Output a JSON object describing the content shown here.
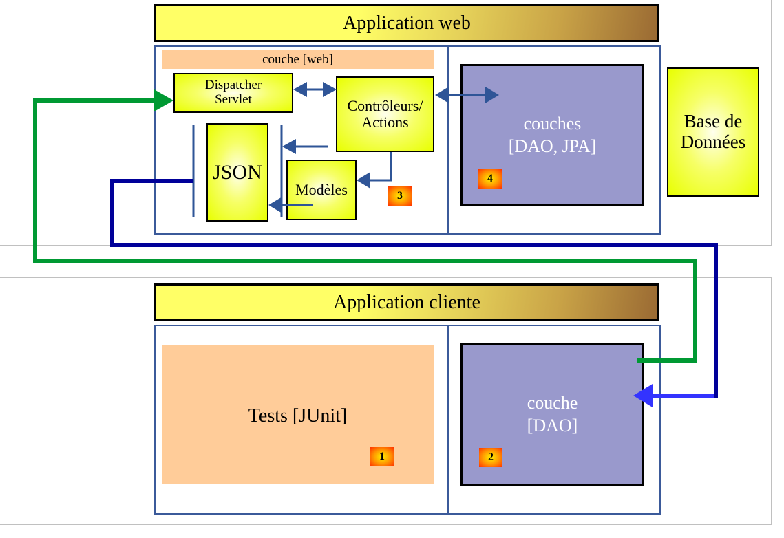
{
  "web_app": {
    "title": "Application web",
    "web_layer_label": "couche [web]",
    "dispatcher": {
      "line1": "Dispatcher",
      "line2": "Servlet"
    },
    "controllers": {
      "line1": "Contrôleurs/",
      "line2": "Actions"
    },
    "json_view": "JSON",
    "models": "Modèles",
    "badge_web": "3",
    "dao_jpa": {
      "line1": "couches",
      "line2": "[DAO, JPA]"
    },
    "badge_dao_jpa": "4"
  },
  "database": {
    "line1": "Base de",
    "line2": "Données"
  },
  "client_app": {
    "title": "Application cliente",
    "tests": "Tests [JUnit]",
    "badge_tests": "1",
    "dao": {
      "line1": "couche",
      "line2": "[DAO]"
    },
    "badge_dao": "2"
  },
  "colors": {
    "frame_blue": "#3b5a9a",
    "request_green": "#009933",
    "response_navy": "#000099",
    "response_arrow_blue": "#3333ff",
    "layer_purple": "#9999cc",
    "peach": "#ffcc99",
    "component_yellow": "#e8ff00"
  }
}
